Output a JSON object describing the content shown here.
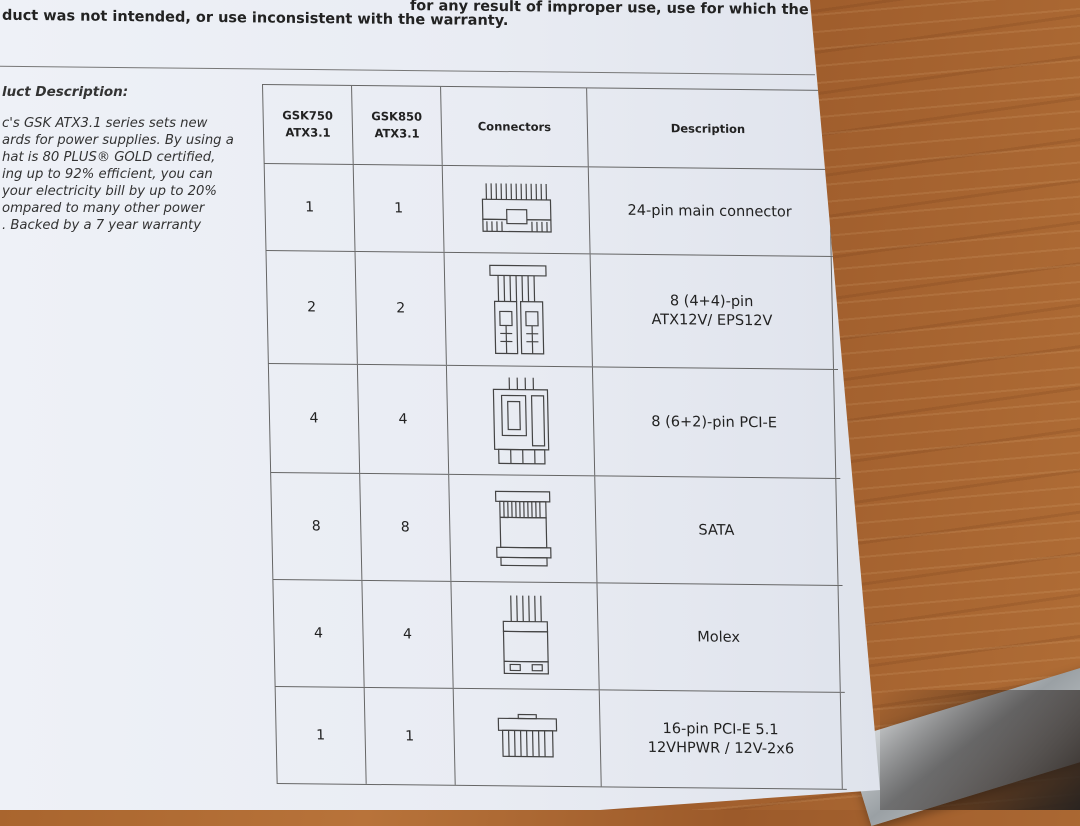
{
  "warranty": {
    "line1": "for any result of improper use, use for which the",
    "line2": "duct was not intended, or use inconsistent with the warranty."
  },
  "description": {
    "title": "luct Description:",
    "lines": [
      "c's GSK ATX3.1 series sets new",
      "ards for power supplies. By using a",
      "hat is 80 PLUS® GOLD certified,",
      "ing up to 92% efficient, you can",
      " your electricity bill by up to 20%",
      "ompared to many other power",
      ". Backed by a 7 year warranty"
    ]
  },
  "table": {
    "headers": {
      "model1_line1": "GSK750",
      "model1_line2": "ATX3.1",
      "model2_line1": "GSK850",
      "model2_line2": "ATX3.1",
      "connectors": "Connectors",
      "description": "Description"
    },
    "rows": [
      {
        "gsk750": "1",
        "gsk850": "1",
        "connector_icon": "24-pin-connector-icon",
        "desc_line1": "24-pin main connector",
        "desc_line2": ""
      },
      {
        "gsk750": "2",
        "gsk850": "2",
        "connector_icon": "eps12v-connector-icon",
        "desc_line1": "8 (4+4)-pin",
        "desc_line2": "ATX12V/ EPS12V"
      },
      {
        "gsk750": "4",
        "gsk850": "4",
        "connector_icon": "pcie-connector-icon",
        "desc_line1": "8 (6+2)-pin PCI-E",
        "desc_line2": ""
      },
      {
        "gsk750": "8",
        "gsk850": "8",
        "connector_icon": "sata-connector-icon",
        "desc_line1": "SATA",
        "desc_line2": ""
      },
      {
        "gsk750": "4",
        "gsk850": "4",
        "connector_icon": "molex-connector-icon",
        "desc_line1": "Molex",
        "desc_line2": ""
      },
      {
        "gsk750": "1",
        "gsk850": "1",
        "connector_icon": "12vhpwr-connector-icon",
        "desc_line1": "16-pin PCI-E 5.1",
        "desc_line2": "12VHPWR / 12V-2x6"
      }
    ]
  },
  "colors": {
    "paper": "#e9ecf3",
    "ink": "#222222",
    "wood": "#a9652e"
  }
}
